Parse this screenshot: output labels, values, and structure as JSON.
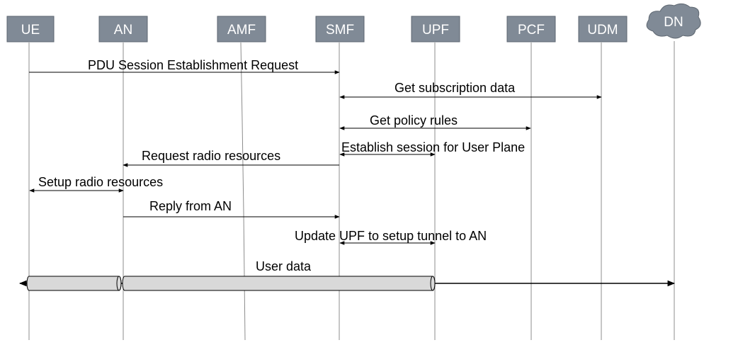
{
  "entities": [
    {
      "id": "ue",
      "label": "UE"
    },
    {
      "id": "an",
      "label": "AN"
    },
    {
      "id": "amf",
      "label": "AMF"
    },
    {
      "id": "smf",
      "label": "SMF"
    },
    {
      "id": "upf",
      "label": "UPF"
    },
    {
      "id": "pcf",
      "label": "PCF"
    },
    {
      "id": "udm",
      "label": "UDM"
    },
    {
      "id": "dn",
      "label": "DN"
    }
  ],
  "messages": [
    {
      "id": "pdu",
      "text": "PDU Session Establishment Request"
    },
    {
      "id": "sub",
      "text": "Get subscription data"
    },
    {
      "id": "pol",
      "text": "Get policy rules"
    },
    {
      "id": "est",
      "text": "Establish session for User Plane"
    },
    {
      "id": "req",
      "text": "Request radio resources"
    },
    {
      "id": "set",
      "text": "Setup radio resources"
    },
    {
      "id": "rep",
      "text": "Reply from AN"
    },
    {
      "id": "upd",
      "text": "Update UPF to setup tunnel to AN"
    },
    {
      "id": "usr",
      "text": "User data"
    }
  ],
  "colors": {
    "entity_fill": "#808a96",
    "entity_border": "#5d6670",
    "lifeline": "#8c8c8c",
    "arrow": "#000000",
    "tunnel_fill": "#d9d9d9"
  }
}
